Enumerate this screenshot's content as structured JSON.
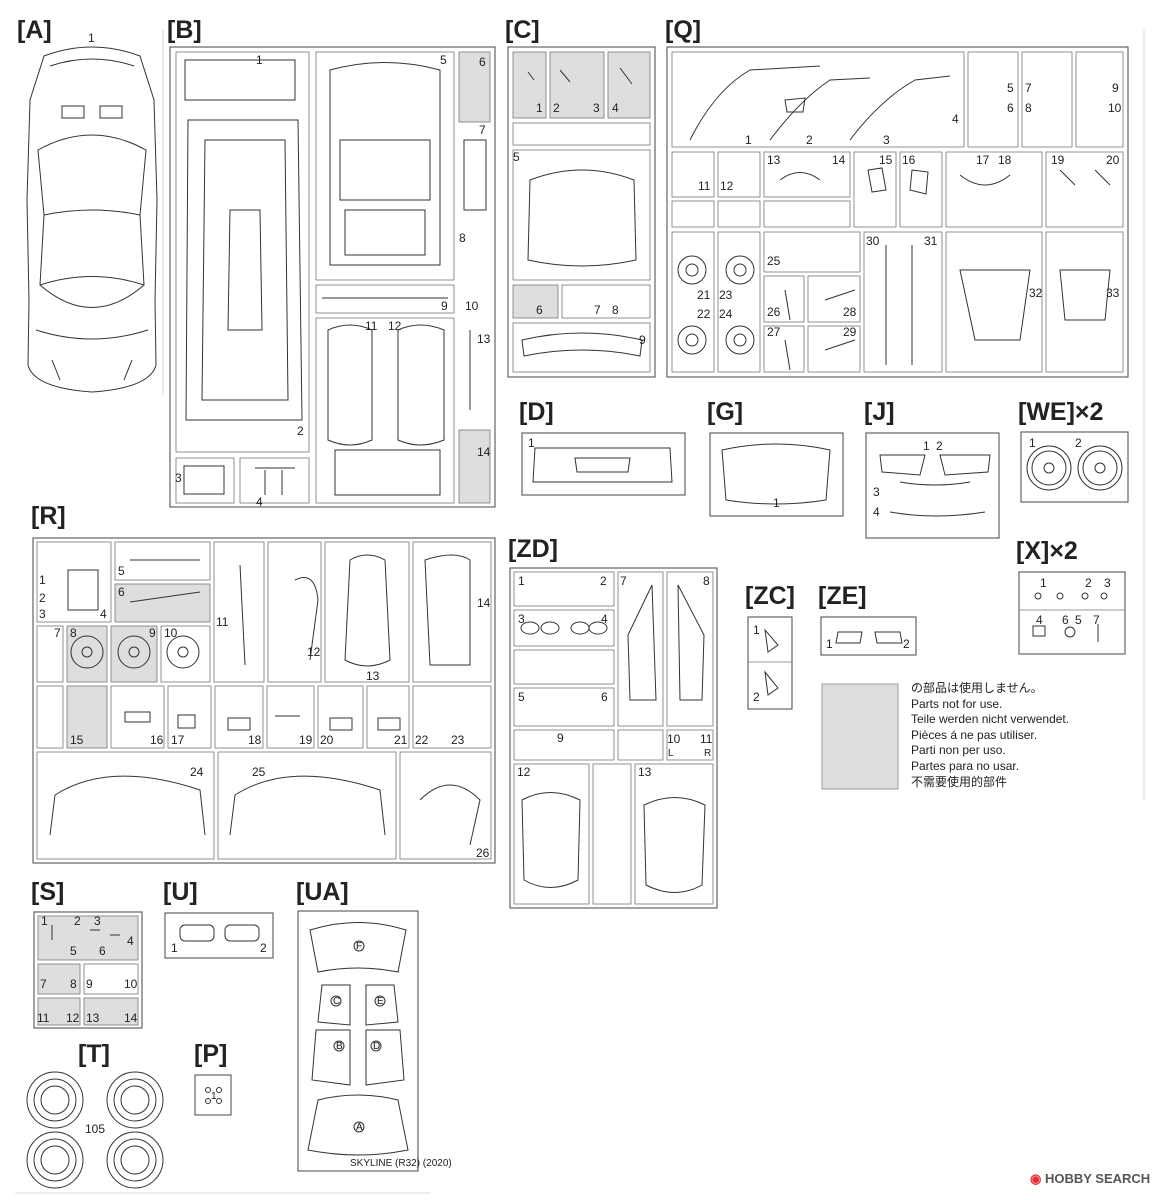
{
  "sections": {
    "A": "[A]",
    "B": "[B]",
    "C": "[C]",
    "Q": "[Q]",
    "D": "[D]",
    "G": "[G]",
    "J": "[J]",
    "WE": "[WE]×2",
    "R": "[R]",
    "ZD": "[ZD]",
    "ZC": "[ZC]",
    "ZE": "[ZE]",
    "X": "[X]×2",
    "S": "[S]",
    "U": "[U]",
    "UA": "[UA]",
    "T": "[T]",
    "P": "[P]"
  },
  "numbers": {
    "A": [
      "1"
    ],
    "B": [
      "1",
      "2",
      "3",
      "4",
      "5",
      "6",
      "7",
      "8",
      "9",
      "10",
      "11",
      "12",
      "13",
      "14"
    ],
    "C": [
      "1",
      "2",
      "3",
      "4",
      "5",
      "6",
      "7",
      "8",
      "9"
    ],
    "Q": [
      "1",
      "2",
      "3",
      "4",
      "5",
      "6",
      "7",
      "8",
      "9",
      "10",
      "11",
      "12",
      "13",
      "14",
      "15",
      "16",
      "17",
      "18",
      "19",
      "20",
      "21",
      "22",
      "23",
      "24",
      "25",
      "26",
      "27",
      "28",
      "29",
      "30",
      "31",
      "32",
      "33"
    ],
    "D": [
      "1"
    ],
    "G": [
      "1"
    ],
    "J": [
      "1",
      "2",
      "3",
      "4"
    ],
    "WE": [
      "1",
      "2"
    ],
    "R": [
      "1",
      "2",
      "3",
      "4",
      "5",
      "6",
      "7",
      "8",
      "9",
      "10",
      "11",
      "12",
      "13",
      "14",
      "15",
      "16",
      "17",
      "18",
      "19",
      "20",
      "21",
      "22",
      "23",
      "24",
      "25",
      "26"
    ],
    "ZD": [
      "1",
      "2",
      "3",
      "4",
      "5",
      "6",
      "7",
      "8",
      "9",
      "10",
      "11",
      "12",
      "13",
      "L",
      "R"
    ],
    "ZC": [
      "1",
      "2"
    ],
    "ZE": [
      "1",
      "2"
    ],
    "X": [
      "1",
      "2",
      "3",
      "4",
      "5",
      "6",
      "7"
    ],
    "S": [
      "1",
      "2",
      "3",
      "4",
      "5",
      "6",
      "7",
      "8",
      "9",
      "10",
      "11",
      "12",
      "13",
      "14"
    ],
    "U": [
      "1",
      "2"
    ],
    "T": [
      "105"
    ],
    "P": [
      "1"
    ],
    "UA": [
      "F",
      "C",
      "E",
      "B",
      "D",
      "A"
    ]
  },
  "decal_caption": "SKYLINE (R32)  (2020)",
  "legend_lines": [
    "の部品は使用しません。",
    "Parts not for use.",
    "Teile werden nicht verwendet.",
    "Pièces á ne pas utiliser.",
    "Parti non per uso.",
    "Partes para no usar.",
    "不需要使用的部件"
  ],
  "watermark": {
    "brand": "HOBBY SEARCH"
  },
  "colors": {
    "unused_fill": "#dedede",
    "line": "#333333",
    "watermark_accent": "#e0303a"
  }
}
